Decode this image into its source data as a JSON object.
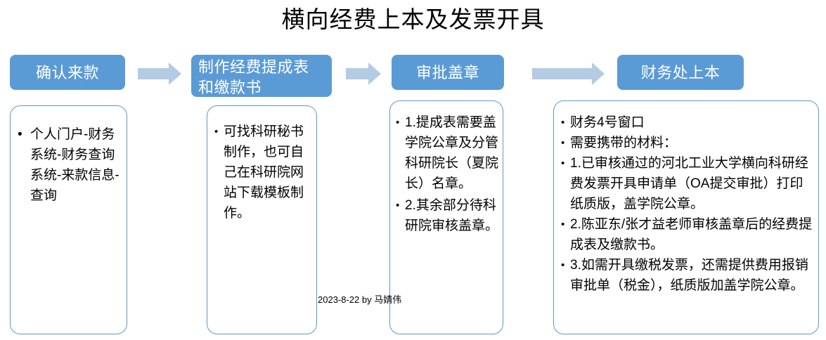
{
  "slide": {
    "title": "横向经费上本及发票开具",
    "footer_note": "2023-8-22  by 马婧伟",
    "accent_color": "#5b9bd5",
    "arrow_color": "#b4cbe4",
    "box_border_color": "#5d99c6"
  },
  "steps": [
    {
      "id": "step-1",
      "header": "确认来款",
      "header_lines": [
        "确认来款"
      ],
      "bullets": [
        {
          "marker": "•",
          "text": "个人门户-财务系统-财务查询系统-来款信息-查询"
        }
      ]
    },
    {
      "id": "step-2",
      "header": "制作经费提成表和缴款书",
      "header_lines": [
        "制作经费提成表",
        "和缴款书"
      ],
      "bullets": [
        {
          "marker": "•",
          "text": "可找科研秘书制作，也可自己在科研院网站下载模板制作。"
        }
      ]
    },
    {
      "id": "step-3",
      "header": "审批盖章",
      "header_lines": [
        "审批盖章"
      ],
      "bullets": [
        {
          "marker": "•",
          "text": "1.提成表需要盖学院公章及分管科研院长（夏院长）名章。"
        },
        {
          "marker": "•",
          "text": "2.其余部分待科研院审核盖章。"
        }
      ]
    },
    {
      "id": "step-4",
      "header": "财务处上本",
      "header_lines": [
        "财务处上本"
      ],
      "bullets": [
        {
          "marker": "•",
          "text": "财务4号窗口"
        },
        {
          "marker": "•",
          "text": "需要携带的材料："
        },
        {
          "marker": "•",
          "text": "1.已审核通过的河北工业大学横向科研经费发票开具申请单（OA提交审批）打印纸质版，盖学院公章。"
        },
        {
          "marker": "•",
          "text": "2.陈亚东/张才益老师审核盖章后的经费提成表及缴款书。"
        },
        {
          "marker": "•",
          "text": "3.如需开具缴税发票，还需提供费用报销审批单（税金），纸质版加盖学院公章。"
        }
      ]
    }
  ],
  "arrows": [
    {
      "id": "arrow-1",
      "name": "flow-arrow-1"
    },
    {
      "id": "arrow-2",
      "name": "flow-arrow-2"
    },
    {
      "id": "arrow-3",
      "name": "flow-arrow-3"
    }
  ]
}
